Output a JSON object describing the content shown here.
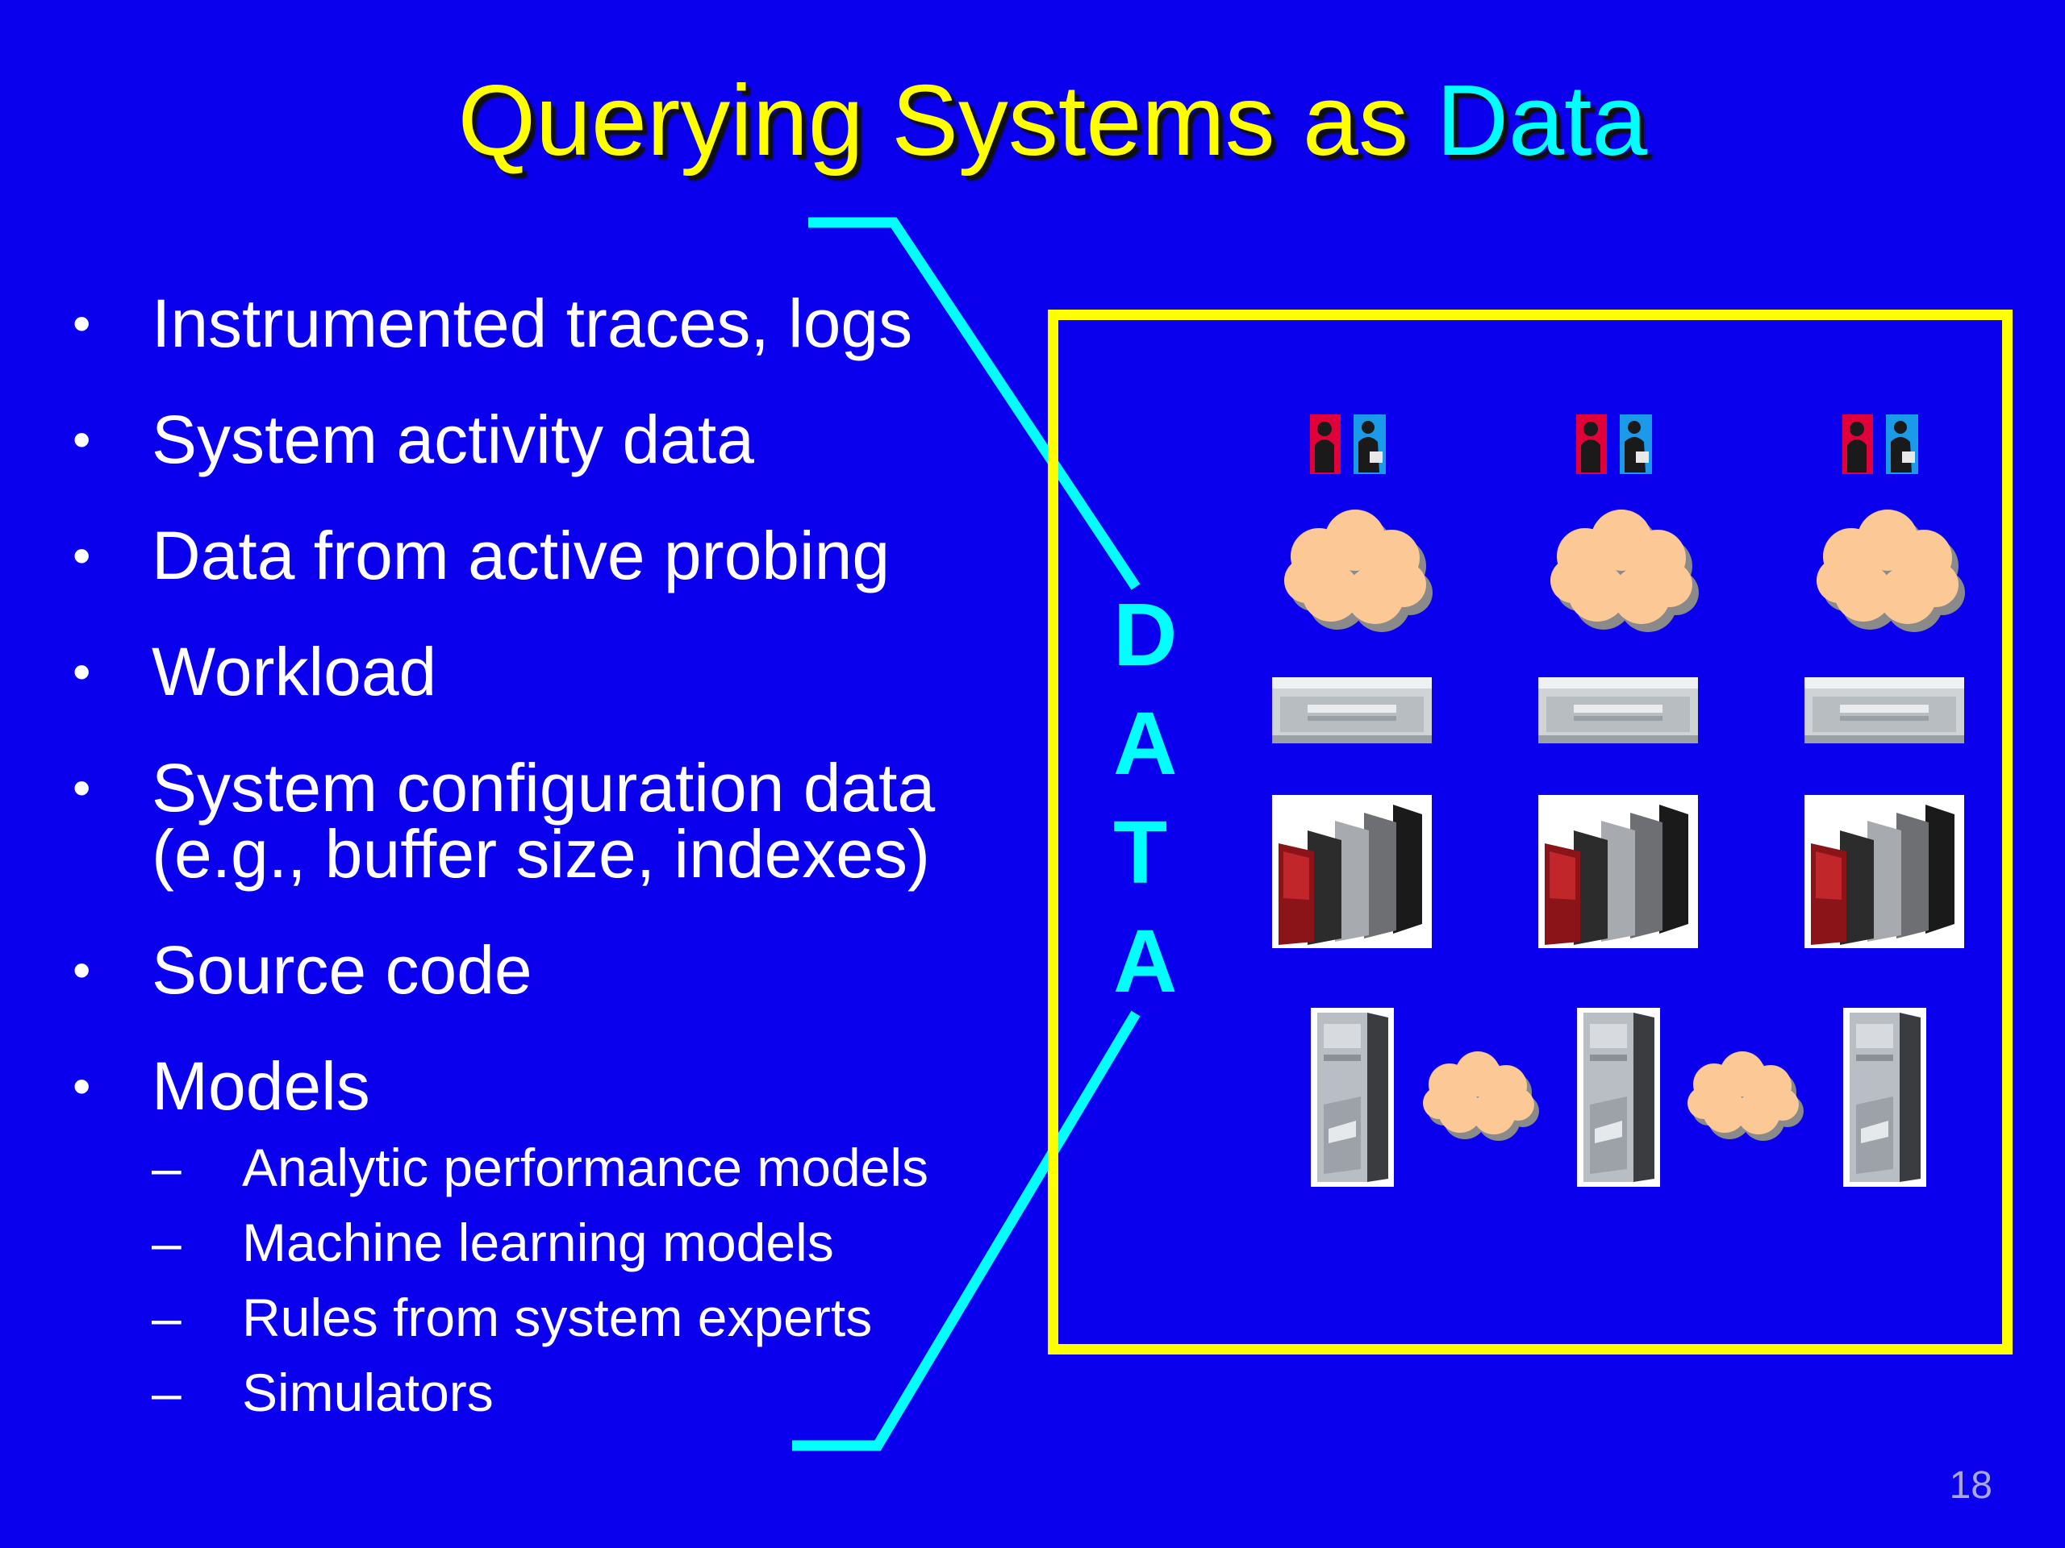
{
  "slide": {
    "title_main": "Querying Systems as ",
    "title_accent": "Data",
    "page_number": "18"
  },
  "bullets": [
    {
      "text": "Instrumented traces, logs"
    },
    {
      "text": "System activity data"
    },
    {
      "text": "Data from active probing"
    },
    {
      "text": "Workload"
    },
    {
      "text": "System configuration data",
      "text2": "(e.g., buffer size, indexes)"
    },
    {
      "text": "Source code"
    },
    {
      "text": "Models"
    }
  ],
  "sub_bullets": [
    "Analytic performance models",
    "Machine learning models",
    "Rules from system experts",
    "Simulators"
  ],
  "symbols": {
    "bullet": "•",
    "dash": "–"
  },
  "data_letters": [
    "D",
    "A",
    "T",
    "A"
  ],
  "colors": {
    "background": "#0a00ee",
    "title": "#ffff00",
    "accent": "#00ffff",
    "box_border": "#ffff00",
    "cloud": "#fcc896"
  },
  "icons": {
    "users": "users-icon",
    "network": "network-cloud-icon",
    "storage": "storage-server-icon",
    "workstations": "workstation-cluster-icon",
    "tower": "tower-server-icon"
  }
}
